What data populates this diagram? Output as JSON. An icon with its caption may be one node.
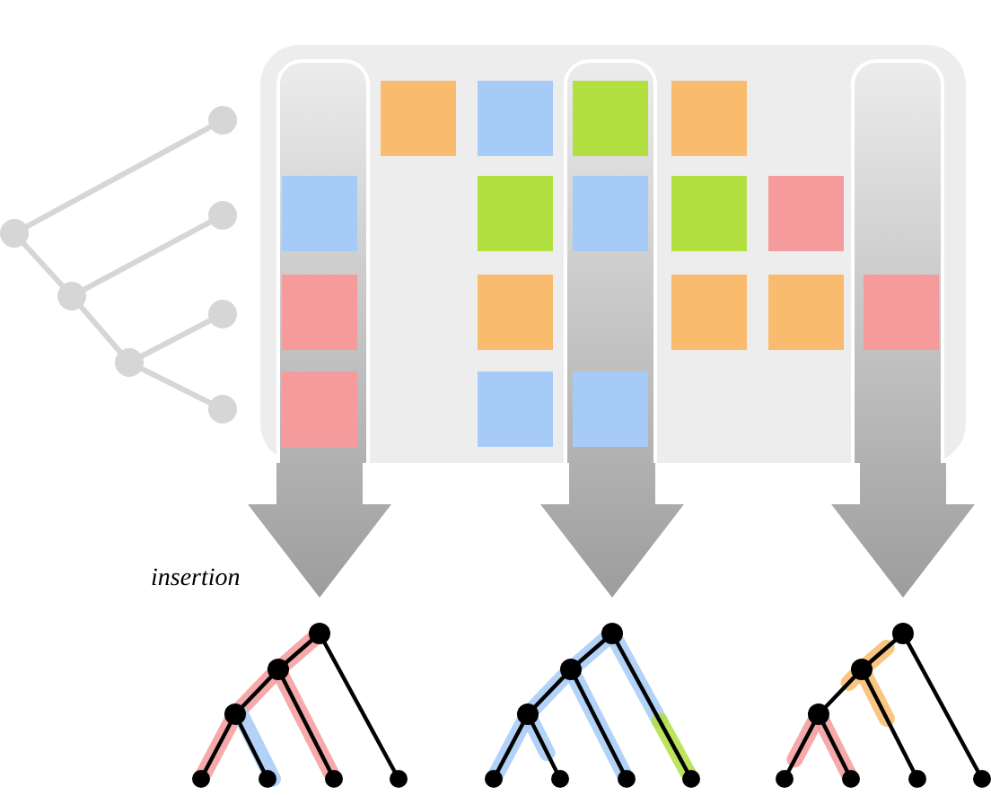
{
  "diagram": {
    "nodes": [
      {
        "text": [],
        "shape": "box"
      },
      {
        "text": [],
        "shape": "picture"
      },
      {
        "text": [],
        "shape": "picture"
      },
      {
        "text": [],
        "shape": "picture"
      }
    ],
    "edges": [
      {
        "from": 0,
        "to": 1,
        "arrow": "to"
      },
      {
        "from": 0,
        "to": 2,
        "arrow": "to"
      },
      {
        "from": 0,
        "to": 3,
        "arrow": "to"
      }
    ],
    "labels": [
      "insertion"
    ]
  }
}
